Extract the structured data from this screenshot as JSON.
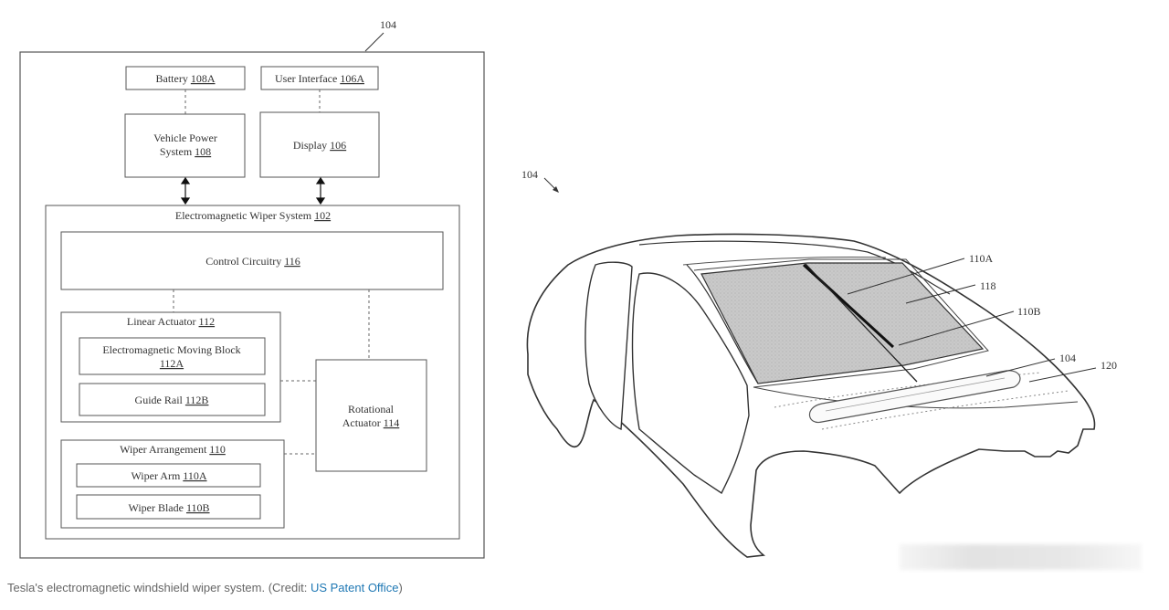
{
  "block_diagram": {
    "ref_number": "104",
    "battery": {
      "label": "Battery ",
      "ref": "108A"
    },
    "user_interface": {
      "label": "User Interface ",
      "ref": "106A"
    },
    "vehicle_power": {
      "line1": "Vehicle Power",
      "line2": "System ",
      "ref": "108"
    },
    "display": {
      "label": "Display ",
      "ref": "106"
    },
    "wiper_system": {
      "label": "Electromagnetic Wiper System ",
      "ref": "102"
    },
    "control_circuitry": {
      "label": "Control Circuitry ",
      "ref": "116"
    },
    "linear_actuator": {
      "label": "Linear Actuator ",
      "ref": "112"
    },
    "moving_block": {
      "line1": "Electromagnetic Moving Block",
      "ref": "112A"
    },
    "guide_rail": {
      "label": "Guide Rail ",
      "ref": "112B"
    },
    "rotational_actuator": {
      "line1": "Rotational",
      "line2": "Actuator ",
      "ref": "114"
    },
    "wiper_arrangement": {
      "label": "Wiper Arrangement ",
      "ref": "110"
    },
    "wiper_arm": {
      "label": "Wiper Arm ",
      "ref": "110A"
    },
    "wiper_blade": {
      "label": "Wiper Blade ",
      "ref": "110B"
    }
  },
  "car_drawing": {
    "ref_main": "104",
    "ref_arm": "110A",
    "ref_glass": "118",
    "ref_blade": "110B",
    "ref_rail": "104",
    "ref_cowl": "120"
  },
  "caption": {
    "text": "Tesla's electromagnetic windshield wiper system. (Credit: ",
    "link": "US Patent Office",
    "close": ")"
  }
}
